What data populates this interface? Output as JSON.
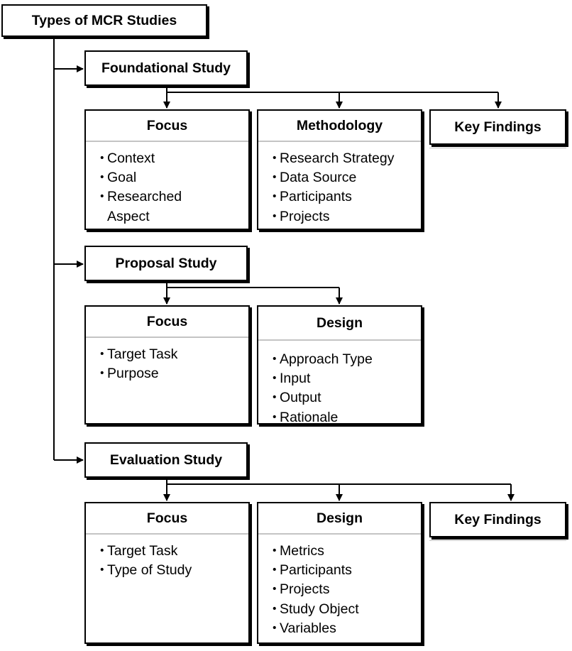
{
  "title": "Types of MCR Studies",
  "studies": [
    {
      "name": "Foundational Study",
      "cards": [
        {
          "heading": "Focus",
          "items": [
            "Context",
            "Goal",
            "Researched Aspect"
          ]
        },
        {
          "heading": "Methodology",
          "items": [
            "Research Strategy",
            "Data Source",
            "Participants",
            "Projects"
          ]
        }
      ],
      "extra": "Key Findings"
    },
    {
      "name": "Proposal Study",
      "cards": [
        {
          "heading": "Focus",
          "items": [
            "Target Task",
            "Purpose"
          ]
        },
        {
          "heading": "Design",
          "items": [
            "Approach Type",
            "Input",
            "Output",
            "Rationale"
          ]
        }
      ]
    },
    {
      "name": "Evaluation Study",
      "cards": [
        {
          "heading": "Focus",
          "items": [
            "Target Task",
            "Type of Study"
          ]
        },
        {
          "heading": "Design",
          "items": [
            "Metrics",
            "Participants",
            "Projects",
            "Study Object",
            "Variables"
          ]
        }
      ],
      "extra": "Key Findings"
    }
  ]
}
